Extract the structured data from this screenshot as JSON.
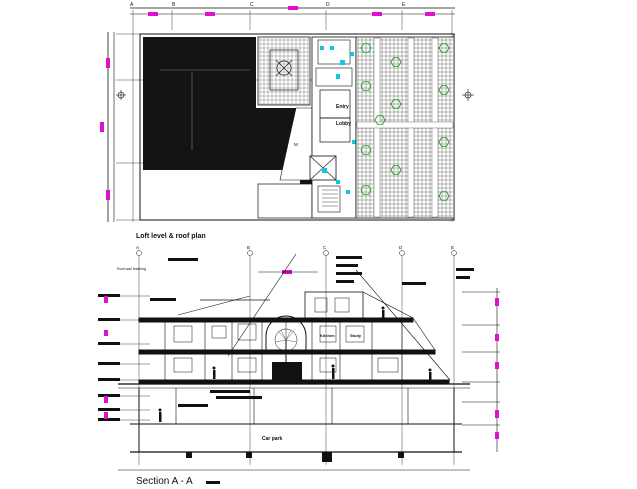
{
  "plan": {
    "title": "Loft level & roof plan",
    "grid_labels": [
      "A",
      "B",
      "C",
      "D",
      "E"
    ],
    "room_labels": [
      "Entry",
      "Lobby"
    ],
    "marker": "M"
  },
  "section": {
    "title": "Section A - A",
    "grid_labels": [
      "A",
      "B",
      "C",
      "D",
      "E"
    ],
    "room_labels": [
      "Kitchen",
      "Study"
    ],
    "car_park_label": "Car park",
    "side_note": "Roof wall finishing"
  },
  "colors": {
    "line": "#111111",
    "accent_magenta": "#e011c8",
    "accent_green": "#1aa51a",
    "accent_cyan": "#11c8e0",
    "roof_fill": "#141414"
  }
}
